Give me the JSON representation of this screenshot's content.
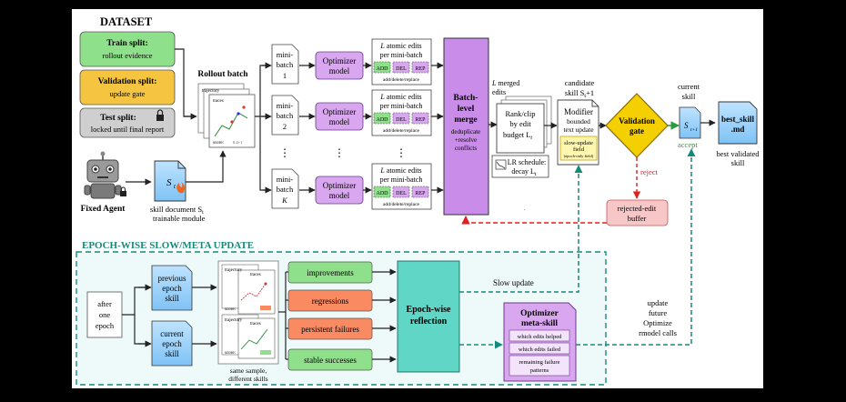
{
  "dataset": {
    "title": "DATASET",
    "train": {
      "title": "Train split:",
      "sub": "rollout evidence",
      "color": "#8fe08a"
    },
    "validation": {
      "title": "Validation split:",
      "sub": "update gate",
      "color": "#f5c542"
    },
    "test": {
      "title": "Test split:",
      "sub": "locked until final report",
      "color": "#cfcfcf"
    }
  },
  "rollout": {
    "title": "Rollout batch",
    "card_labels": [
      "trajectory",
      "traces",
      "score:"
    ],
    "score_value": "0.4+1"
  },
  "agent": {
    "label": "Fixed Agent"
  },
  "skill_doc": {
    "symbol": "S",
    "sub": "t",
    "caption_line1": "skill document S",
    "caption_sub": "t",
    "caption_line2": "trainable module"
  },
  "minibatches": [
    {
      "line1": "mini-",
      "line2": "batch",
      "line3": "1"
    },
    {
      "line1": "mini-",
      "line2": "batch",
      "line3": "2"
    },
    {
      "line1": "mini-",
      "line2": "batch",
      "line3": "K"
    }
  ],
  "dots": "⋮",
  "optimizer": {
    "line1": "Optimizer",
    "line2": "model",
    "color": "#d9a7ef"
  },
  "edits": {
    "line1_italic": "L",
    "line1": " atomic edits",
    "line2": "per mini-batch",
    "ops": [
      "ADD",
      "DEL",
      "REP"
    ],
    "caption": "add/delete/replace"
  },
  "merge": {
    "line1": "Batch-",
    "line2": "level",
    "line3": "merge",
    "sub1": "deduplicate",
    "sub2": "+resolve",
    "sub3": "conflicts",
    "color": "#c98ce8"
  },
  "merged": {
    "line1_italic": "L",
    "line1": " merged",
    "line2": "edits"
  },
  "rank": {
    "line1": "Rank/clip",
    "line2": "by edit",
    "line3": "budget L",
    "sub": "t"
  },
  "lr": {
    "line1": "LR schedule:",
    "line2": "decay L",
    "sub": "t"
  },
  "candidate": {
    "line1": "candidate",
    "line2": "skill S",
    "sub": "t",
    "suffix": "+1"
  },
  "modifier": {
    "line1": "Modifier",
    "line2": "bounded",
    "line3": "text update",
    "field1": "slow-update",
    "field2": "field",
    "field3": "(epoch-only field)"
  },
  "gate": {
    "line1": "Validation",
    "line2": "gate",
    "color": "#f5d000"
  },
  "accept": "accept",
  "reject": "reject",
  "current_skill": {
    "line1": "current",
    "line2": "skill",
    "symbol": "S",
    "sub": "t+1"
  },
  "best": {
    "line1": "best_skill",
    "line2": ".md",
    "cap1": "best validated",
    "cap2": "skill"
  },
  "rejected": {
    "line1": "rejected-edit",
    "line2": "buffer",
    "color": "#f7c6c6"
  },
  "epoch": {
    "title": "EPOCH-WISE SLOW/META UPDATE",
    "after": [
      "after",
      "one",
      "epoch"
    ],
    "previous": [
      "previous",
      "epoch",
      "skill"
    ],
    "current": [
      "current",
      "epoch",
      "skill"
    ],
    "cards_caption1": "same sample,",
    "cards_caption2": "different skills",
    "card_labels": [
      "trajectory",
      "traces",
      "score:"
    ],
    "categories": [
      {
        "label": "improvements",
        "color": "#8fe08a"
      },
      {
        "label": "regressions",
        "color": "#f98a62"
      },
      {
        "label": "persistent failures",
        "color": "#f98a62"
      },
      {
        "label": "stable successes",
        "color": "#8fe08a"
      }
    ],
    "reflection": {
      "line1": "Epoch-wise",
      "line2": "reflection",
      "color": "#5fd6c6"
    },
    "slow_update": "Slow update",
    "meta": {
      "line1": "Optimizer",
      "line2": "meta-skill",
      "items": [
        "which edits helped",
        "which edits failed",
        "remaining failure patterns"
      ]
    },
    "update_text": [
      "update",
      "future",
      "Optimize",
      "rmodel calls"
    ]
  }
}
